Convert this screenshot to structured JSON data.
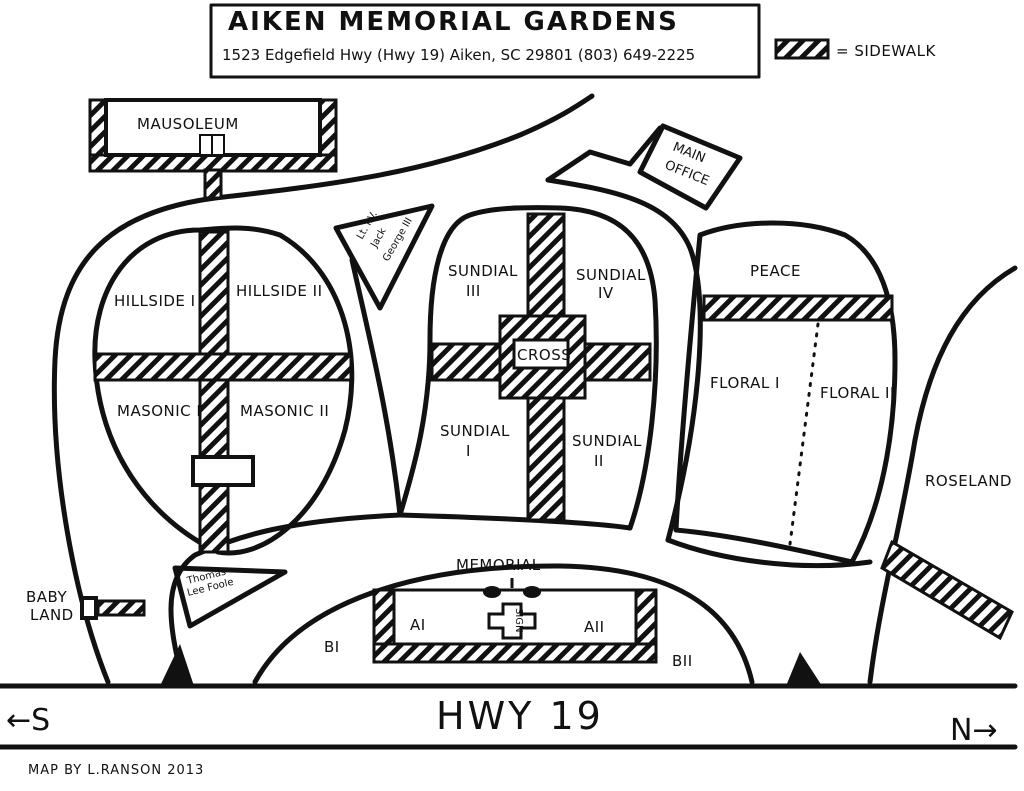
{
  "title": "AIKEN MEMORIAL GARDENS",
  "address": "1523 Edgefield Hwy (Hwy 19) Aiken, SC 29801 (803) 649-2225",
  "legend": {
    "label": "= SIDEWALK"
  },
  "highway": {
    "label": "HWY 19",
    "south": "←S",
    "north": "N→"
  },
  "credit": "MAP BY L.RANSON 2013",
  "sections": {
    "mausoleum": "MAUSOLEUM",
    "main_office_line1": "MAIN",
    "main_office_line2": "OFFICE",
    "hillside_1": "HILLSIDE I",
    "hillside_2": "HILLSIDE II",
    "masonic_1": "MASONIC I",
    "masonic_2": "MASONIC II",
    "sundial_3_line1": "SUNDIAL",
    "sundial_3_line2": "III",
    "sundial_4_line1": "SUNDIAL",
    "sundial_4_line2": "IV",
    "sundial_1_line1": "SUNDIAL",
    "sundial_1_line2": "I",
    "sundial_2_line1": "SUNDIAL",
    "sundial_2_line2": "II",
    "cross": "CROSS",
    "peace": "PEACE",
    "floral_1": "FLORAL I",
    "floral_2": "FLORAL II",
    "roseland": "ROSELAND",
    "memorial": "MEMORIAL",
    "a1": "AI",
    "a2": "AII",
    "b1": "BI",
    "b2": "BII",
    "sign": "SIGN",
    "baby_land_line1": "BABY",
    "baby_land_line2": "LAND",
    "lt_line1": "Lt. I.V.",
    "lt_line2": "Jack",
    "lt_line3": "George III",
    "thomas_line1": "Thomas",
    "thomas_line2": "Lee Foole"
  }
}
